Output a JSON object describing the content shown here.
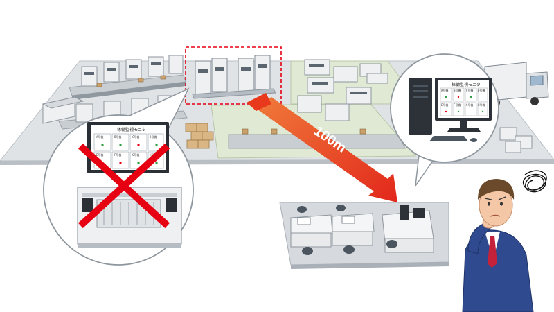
{
  "distance_label": "100m",
  "dashboard_title": "稼働監視モニタ",
  "grid_cells": [
    "A号機",
    "B号機",
    "C号機",
    "D号機",
    "E号機",
    "F号機",
    "G号機",
    "H号機"
  ],
  "colors": {
    "arrow": "#e8391d",
    "cross": "#e60012",
    "highlight_box": "#e60012",
    "floor": "#d8dcdf",
    "green_area": "#dfe9d3",
    "monitor_screen": "#ffffff",
    "suit": "#2f4a8f"
  },
  "icons": {
    "confusion": "scribble-icon",
    "prohibited": "cross-icon"
  }
}
